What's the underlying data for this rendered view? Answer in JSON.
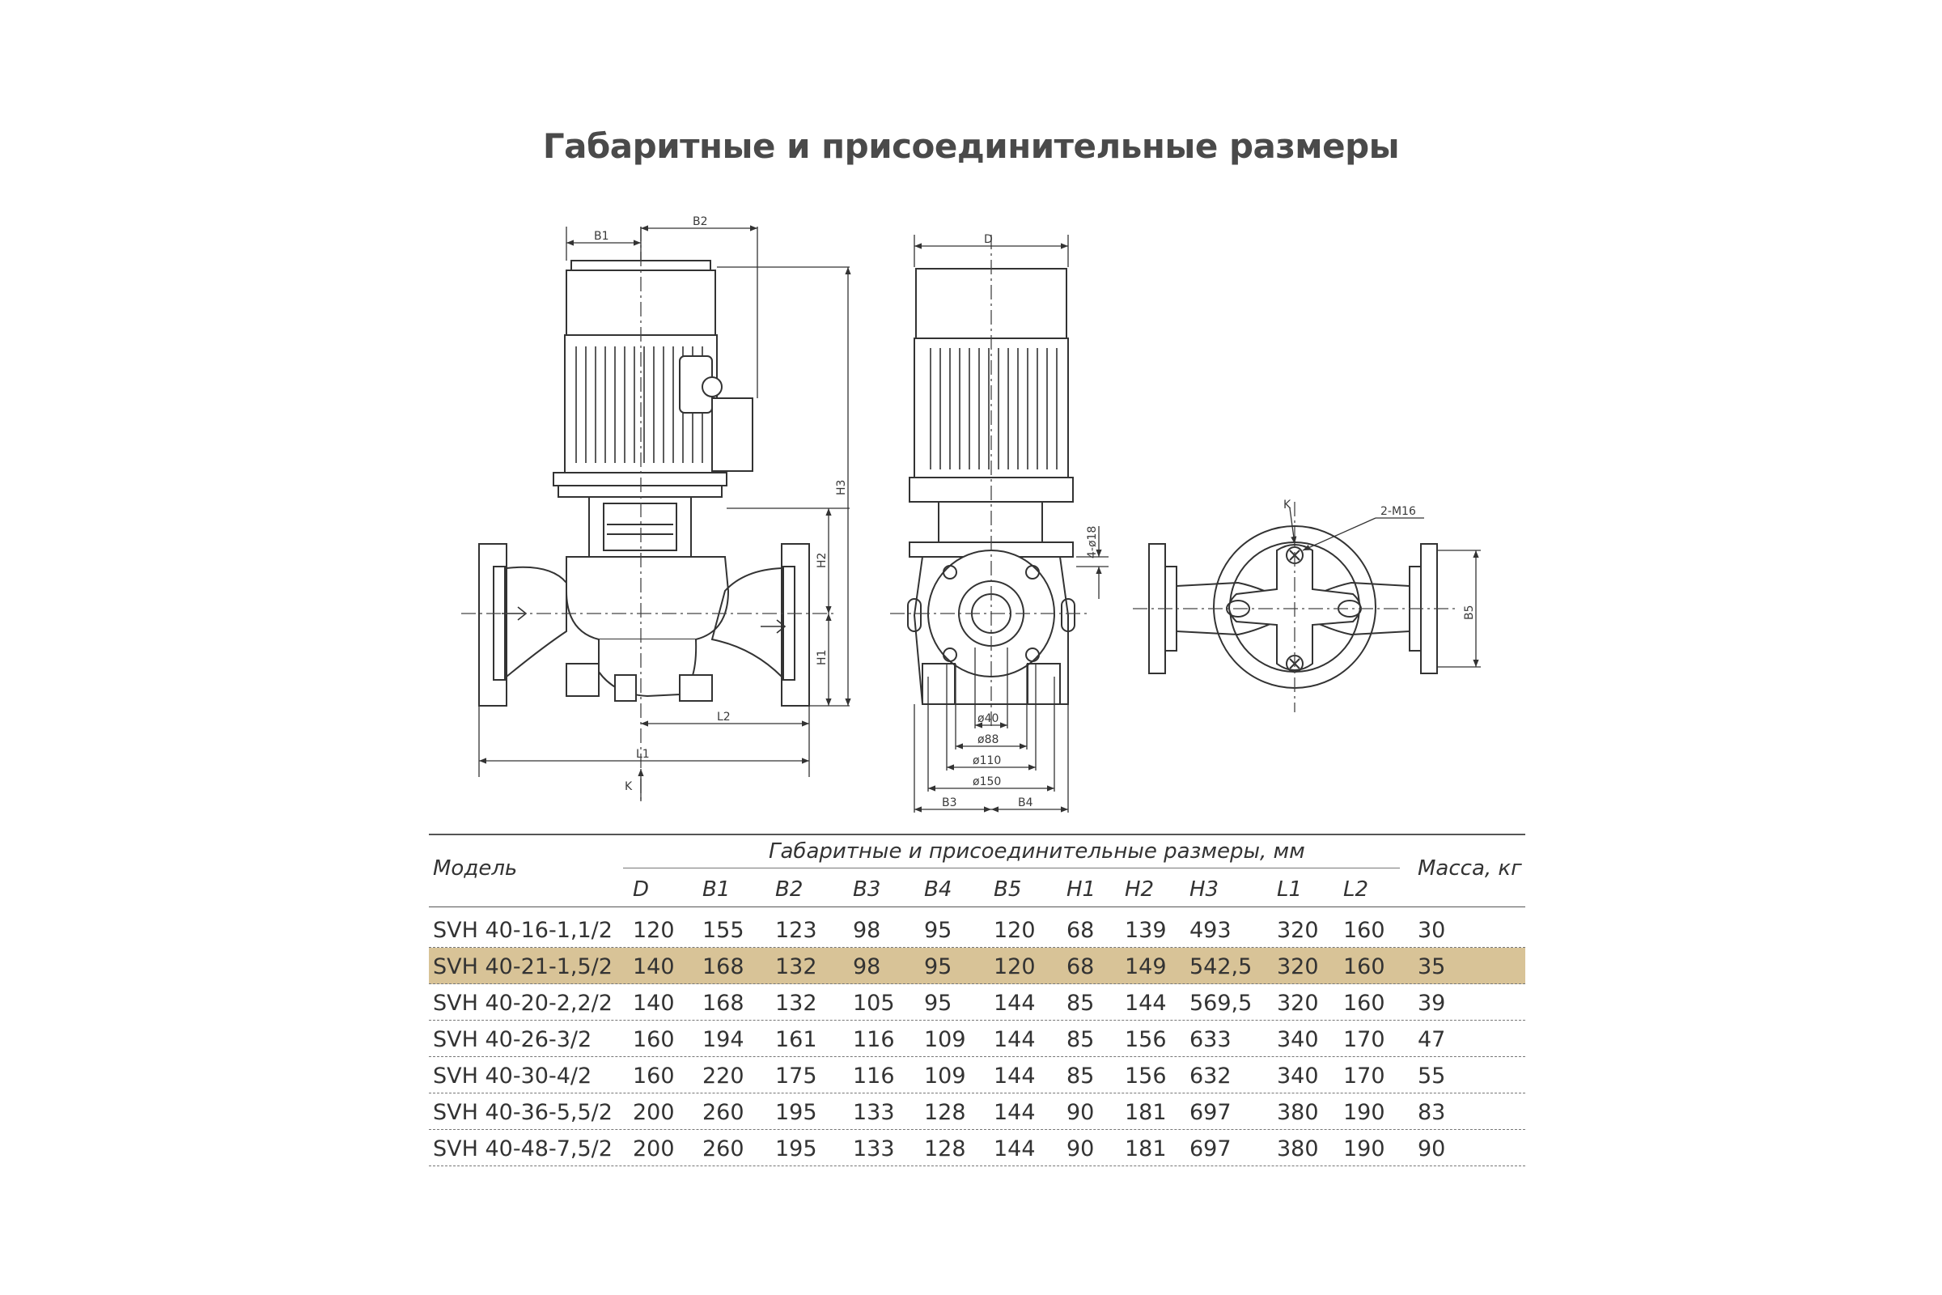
{
  "page": {
    "title": "Габаритные и присоединительные размеры"
  },
  "drawing": {
    "labels": {
      "b1": "B1",
      "b2": "B2",
      "h3": "H3",
      "h2": "H2",
      "h1": "H1",
      "l2": "L2",
      "l1": "L1",
      "k_front": "K",
      "d": "D",
      "holes": "4-ø18",
      "d40": "ø40",
      "d88": "ø88",
      "d110": "ø110",
      "d150": "ø150",
      "b3": "B3",
      "b4": "B4",
      "k_top": "K",
      "m16": "2-M16",
      "b5": "B5"
    }
  },
  "table": {
    "model_header": "Модель",
    "group_header": "Габаритные и присоединительные размеры, мм",
    "mass_header": "Масса, кг",
    "columns": [
      "D",
      "B1",
      "B2",
      "B3",
      "B4",
      "B5",
      "H1",
      "H2",
      "H3",
      "L1",
      "L2"
    ],
    "highlight_color": "#d8c397",
    "highlight_row": 1,
    "rows": [
      [
        "SVH 40-16-1,1/2",
        "120",
        "155",
        "123",
        "98",
        "95",
        "120",
        "68",
        "139",
        "493",
        "320",
        "160",
        "30"
      ],
      [
        "SVH 40-21-1,5/2",
        "140",
        "168",
        "132",
        "98",
        "95",
        "120",
        "68",
        "149",
        "542,5",
        "320",
        "160",
        "35"
      ],
      [
        "SVH 40-20-2,2/2",
        "140",
        "168",
        "132",
        "105",
        "95",
        "144",
        "85",
        "144",
        "569,5",
        "320",
        "160",
        "39"
      ],
      [
        "SVH 40-26-3/2",
        "160",
        "194",
        "161",
        "116",
        "109",
        "144",
        "85",
        "156",
        "633",
        "340",
        "170",
        "47"
      ],
      [
        "SVH 40-30-4/2",
        "160",
        "220",
        "175",
        "116",
        "109",
        "144",
        "85",
        "156",
        "632",
        "340",
        "170",
        "55"
      ],
      [
        "SVH 40-36-5,5/2",
        "200",
        "260",
        "195",
        "133",
        "128",
        "144",
        "90",
        "181",
        "697",
        "380",
        "190",
        "83"
      ],
      [
        "SVH 40-48-7,5/2",
        "200",
        "260",
        "195",
        "133",
        "128",
        "144",
        "90",
        "181",
        "697",
        "380",
        "190",
        "90"
      ]
    ]
  }
}
